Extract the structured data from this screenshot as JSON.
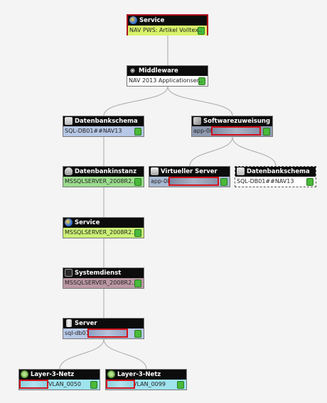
{
  "nodes": {
    "service_top": {
      "type": "Service",
      "value": "NAV PWS: Artikel Volltex..",
      "icon": "service-icon"
    },
    "middleware": {
      "type": "Middleware",
      "value": "NAV 2013 Applicationser..",
      "icon": "middleware-icon"
    },
    "db_schema_left": {
      "type": "Datenbankschema",
      "value": "SQL-DB01##NAV13",
      "icon": "database-schema-icon"
    },
    "software": {
      "type": "Softwarezuweisung",
      "value": "app-08",
      "icon": "software-icon"
    },
    "db_instance": {
      "type": "Datenbankinstanz",
      "value": "MSSQLSERVER_2008R2..",
      "icon": "database-instance-icon"
    },
    "virtual_server": {
      "type": "Virtueller Server",
      "value": "app-08",
      "icon": "virtual-server-icon"
    },
    "db_schema_right": {
      "type": "Datenbankschema",
      "value": "SQL-DB01##NAV13",
      "icon": "database-schema-icon"
    },
    "service_mid": {
      "type": "Service",
      "value": "MSSQLSERVER_2008R2..",
      "icon": "service-icon"
    },
    "system_service": {
      "type": "Systemdienst",
      "value": "MSSQLSERVER_2008R2..",
      "icon": "system-service-icon"
    },
    "server": {
      "type": "Server",
      "value": "sql-db01",
      "icon": "server-icon"
    },
    "layer3_left": {
      "type": "Layer-3-Netz",
      "value": "VLAN_0050",
      "icon": "network-icon"
    },
    "layer3_right": {
      "type": "Layer-3-Netz",
      "value": "VLAN_0099",
      "icon": "network-icon"
    }
  },
  "colors": {
    "status_ok": "#49b93a",
    "highlight": "#d4121c",
    "header": "#0c0c0c",
    "edge": "#a9a9a9"
  }
}
